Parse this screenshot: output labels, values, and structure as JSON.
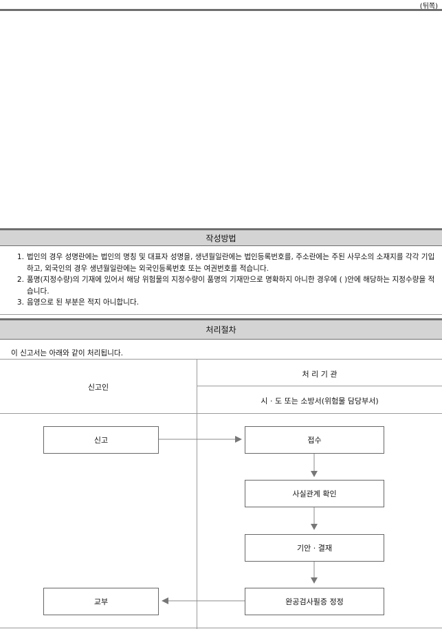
{
  "page_label": "(뒤쪽)",
  "method": {
    "title": "작성방법",
    "items": [
      {
        "num": "1.",
        "text": "법인의 경우 성명란에는 법인의 명칭 및 대표자 성명을, 생년월일란에는 법인등록번호를, 주소란에는 주된 사무소의 소재지를 각각 기입하고, 외국인의 경우 생년월일란에는 외국인등록번호 또는 여권번호를 적습니다."
      },
      {
        "num": "2.",
        "text": "품명(지정수량)의 기재에 있어서 해당 위험물의 지정수량이 품명의 기재만으로 명확하지 아니한 경우에 (   )안에 해당하는 지정수량을 적습니다."
      },
      {
        "num": "3.",
        "text": "음영으로 된 부분은 적지 아니합니다."
      }
    ]
  },
  "procedure": {
    "title": "처리절차",
    "intro": "이 신고서는 아래와 같이 처리됩니다.",
    "left_header": "신고인",
    "right_header": "처 리 기 관",
    "right_subheader": "시 · 도 또는 소방서(위험물 담당부서)",
    "left_steps": {
      "report": "신고",
      "issue": "교부"
    },
    "right_steps": [
      "접수",
      "사실관계 확인",
      "기안 · 결재",
      "완공검사필증 정정"
    ]
  }
}
